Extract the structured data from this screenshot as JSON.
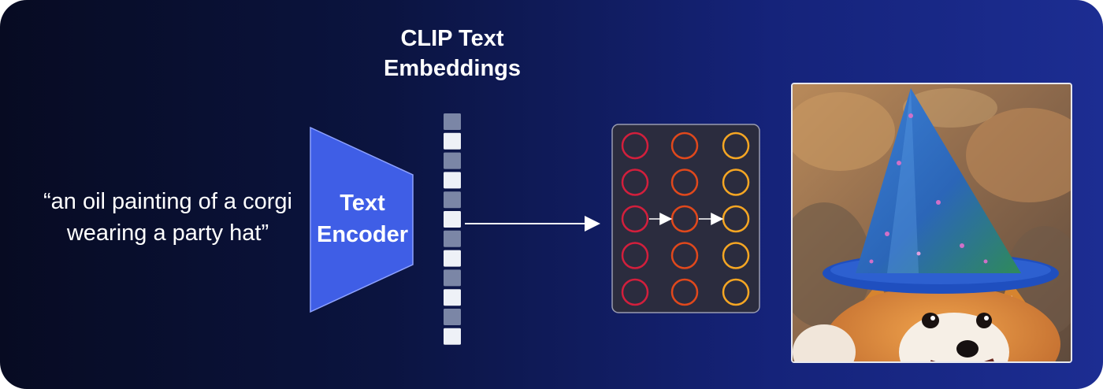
{
  "prompt_text": "“an oil painting of a corgi wearing a party hat”",
  "embeddings_title": "CLIP Text Embeddings",
  "encoder_label": "Text Encoder",
  "colors": {
    "background_dark": "#070b22",
    "background_light": "#1c2d92",
    "encoder_fill": "#3f5ee6",
    "token_dark": "#7b86a6",
    "token_light": "#eef1f7",
    "grid_panel": "#2b2c3e",
    "circle_col1": "#d21f3c",
    "circle_col2": "#e0481c",
    "circle_col3": "#f5a623"
  },
  "embedding_tokens": [
    "dark",
    "light",
    "dark",
    "light",
    "dark",
    "light",
    "dark",
    "light",
    "dark",
    "light",
    "dark",
    "light"
  ],
  "grid_columns": 3,
  "grid_rows": 5,
  "grid_arrows_row": 3,
  "image": {
    "subject": "oil painting of a corgi wearing a blue and green party hat"
  }
}
